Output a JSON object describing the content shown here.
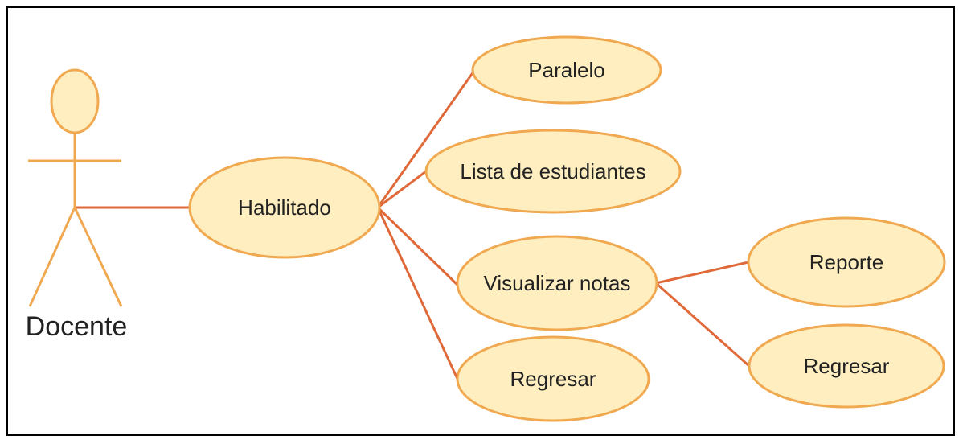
{
  "diagram": {
    "actor": {
      "label": "Docente"
    },
    "use_cases": {
      "habilitado": "Habilitado",
      "paralelo": "Paralelo",
      "lista": "Lista de estudiantes",
      "visualizar": "Visualizar notas",
      "regresar_1": "Regresar",
      "reporte": "Reporte",
      "regresar_2": "Regresar"
    },
    "colors": {
      "line": "#e0693a",
      "ellipse_fill": "#ffefc0",
      "ellipse_stroke": "#f0a950",
      "actor_stroke": "#f0a950",
      "actor_head_fill": "#ffefc0",
      "frame": "#000000"
    }
  }
}
